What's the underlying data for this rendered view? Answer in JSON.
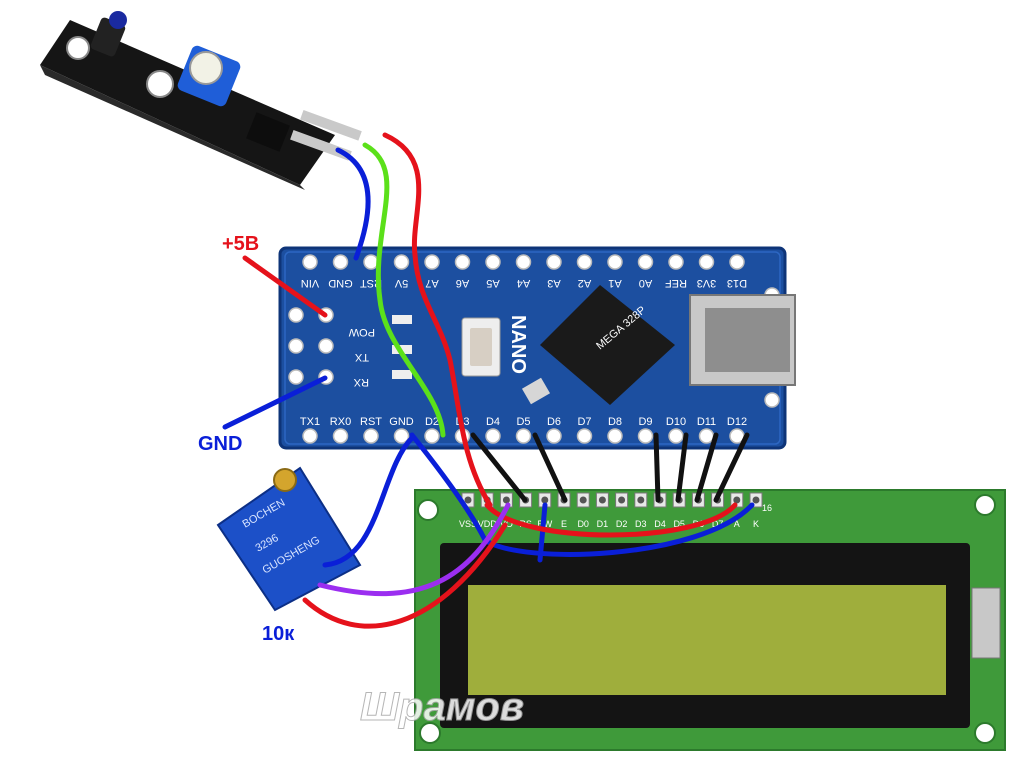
{
  "labels": {
    "plus5v": "+5B",
    "gnd": "GND",
    "pot_value": "10к",
    "watermark": "Шрамов"
  },
  "nano": {
    "name": "NANO",
    "top_pins": [
      "VIN",
      "GND",
      "RST",
      "5V",
      "A7",
      "A6",
      "A5",
      "A4",
      "A3",
      "A2",
      "A1",
      "A0",
      "REF",
      "3V3",
      "D13"
    ],
    "bottom_pins": [
      "TX1",
      "RX0",
      "RST",
      "GND",
      "D2",
      "D3",
      "D4",
      "D5",
      "D6",
      "D7",
      "D8",
      "D9",
      "D10",
      "D11",
      "D12"
    ],
    "leds": [
      "POW",
      "TX",
      "RX"
    ],
    "chip": "MEGA 328P"
  },
  "lcd": {
    "pins": [
      "VSS",
      "VDD",
      "VO",
      "RS",
      "RW",
      "E",
      "D0",
      "D1",
      "D2",
      "D3",
      "D4",
      "D5",
      "D6",
      "D7",
      "A",
      "K"
    ],
    "pin_number_end": "16"
  },
  "pot": {
    "lines": [
      "BOCHEN",
      "3296",
      "GUOSHENG"
    ]
  },
  "colors": {
    "wire_red": "#e5121b",
    "wire_blue": "#0a1fd8",
    "wire_green": "#5be01a",
    "wire_black": "#111111",
    "wire_purple": "#9b2ef0",
    "pcb_blue": "#1c4fa0",
    "lcd_green": "#3f9a3a",
    "lcd_screen": "#9fae3c"
  }
}
